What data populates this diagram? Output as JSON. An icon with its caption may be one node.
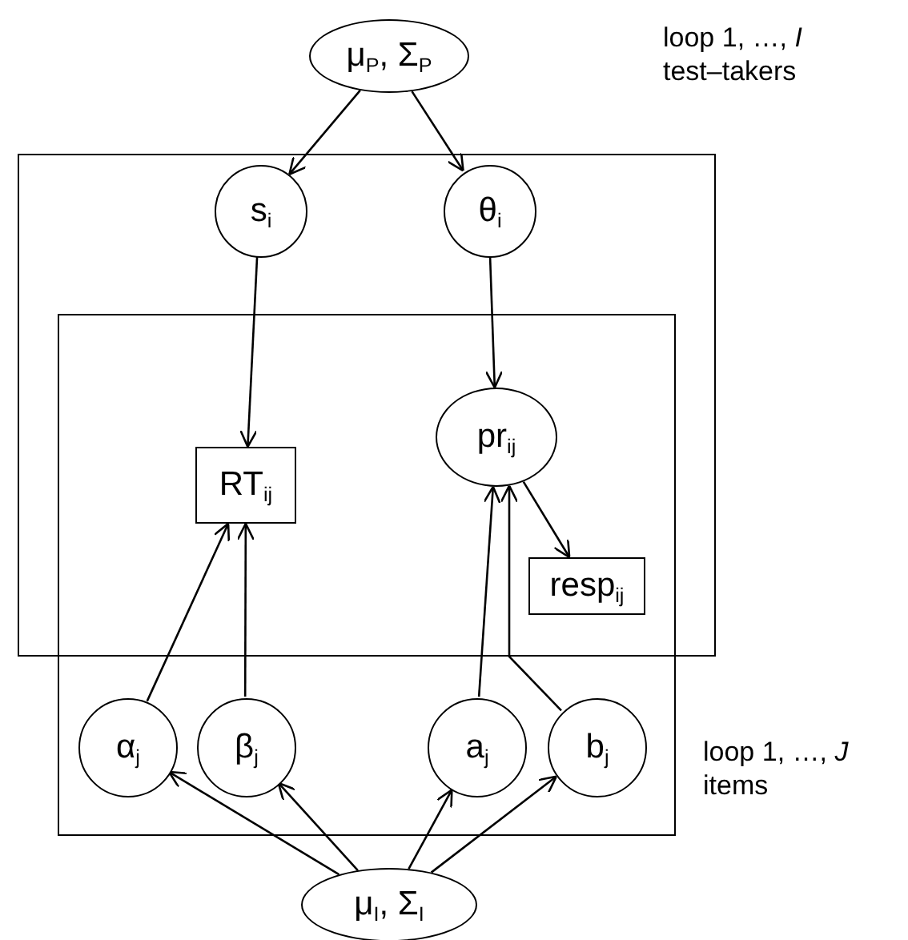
{
  "diagram": {
    "nodes": [
      {
        "text": [
          "μ$_{P}$, Σ$_{P}$"
        ]
      },
      {
        "text": [
          "loop 1, …, *I*",
          "test–takers"
        ]
      },
      {
        "text": [
          "s$_{i}$"
        ],
        "in": 1
      },
      {
        "text": [
          "θ$_{i}$"
        ],
        "in": 1
      },
      {
        "text": [
          "loop 1, …, *J*",
          "items"
        ]
      },
      {
        "text": [
          "RT$_{ij}$"
        ]
      },
      {
        "text": [
          "pr$_{ij}$"
        ]
      },
      {
        "text": [
          "resp$_{ij}$"
        ]
      },
      {
        "text": [
          "α$_{j}$"
        ],
        "in": 4
      },
      {
        "text": [
          "β$_{j}$"
        ],
        "in": 4
      },
      {
        "text": [
          "a$_{j}$"
        ],
        "in": 4
      },
      {
        "text": [
          "b$_{j}$"
        ],
        "in": 4
      },
      {
        "text": [
          "μ$_{I}$, Σ$_{I}$"
        ]
      }
    ],
    "edges": [
      {
        "from": 0,
        "to": 2,
        "arrow": "to"
      },
      {
        "from": 0,
        "to": 3,
        "arrow": "to"
      },
      {
        "from": 2,
        "to": 5,
        "arrow": "to"
      },
      {
        "from": 3,
        "to": 6,
        "arrow": "to"
      },
      {
        "from": 8,
        "to": 5,
        "arrow": "to"
      },
      {
        "from": 9,
        "to": 5,
        "arrow": "to"
      },
      {
        "from": 10,
        "to": 6,
        "arrow": "to"
      },
      {
        "from": 11,
        "to": 6,
        "arrow": "to"
      },
      {
        "from": 6,
        "to": 7,
        "arrow": "to"
      },
      {
        "from": 12,
        "to": 8,
        "arrow": "to"
      },
      {
        "from": 12,
        "to": 9,
        "arrow": "to"
      },
      {
        "from": 12,
        "to": 10,
        "arrow": "to"
      },
      {
        "from": 12,
        "to": 11,
        "arrow": "to"
      }
    ]
  }
}
